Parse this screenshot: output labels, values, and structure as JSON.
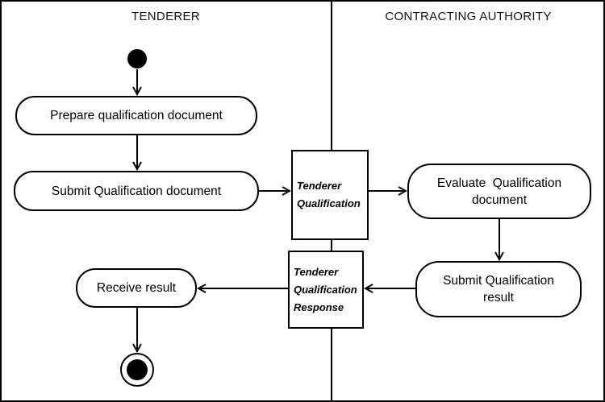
{
  "lanes": {
    "left": "TENDERER",
    "right": "CONTRACTING AUTHORITY"
  },
  "activities": {
    "prepare": "Prepare qualification document",
    "submit_doc": "Submit Qualification document",
    "evaluate_line1": "Evaluate  Qualification",
    "evaluate_line2": "document",
    "submit_result_line1": "Submit Qualification",
    "submit_result_line2": "result",
    "receive": "Receive result"
  },
  "objects": {
    "qualification_line1": "Tenderer",
    "qualification_line2": "Qualification",
    "response_line1": "Tenderer",
    "response_line2": "Qualification",
    "response_line3": "Response"
  }
}
